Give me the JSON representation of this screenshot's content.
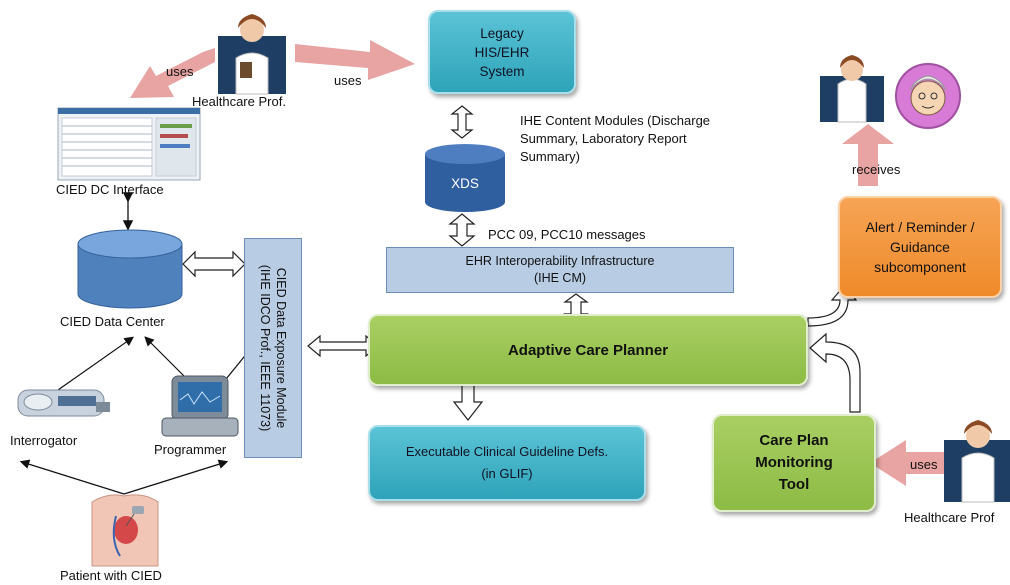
{
  "labels": {
    "healthcare_prof_top": "Healthcare Prof.",
    "uses_left": "uses",
    "uses_mid": "uses",
    "uses_right": "uses",
    "cied_dc_interface": "CIED DC Interface",
    "cied_data_center": "CIED Data Center",
    "interrogator": "Interrogator",
    "programmer": "Programmer",
    "patient": "Patient with CIED",
    "ihe_content_modules": [
      "IHE Content Modules (Discharge",
      "Summary, Laboratory  Report",
      "Summary)"
    ],
    "pcc_messages": "PCC 09, PCC10 messages",
    "receives": "receives",
    "healthcare_prof_bottom": "Healthcare Prof"
  },
  "boxes": {
    "legacy": [
      "Legacy",
      "HIS/EHR",
      "System"
    ],
    "xds": "XDS",
    "ehr_infra": [
      "EHR Interoperability  Infrastructure",
      "(IHE CM)"
    ],
    "adaptive_planner": "Adaptive Care Planner",
    "executable_guideline": [
      "Executable Clinical  Guideline Defs.",
      "(in GLIF)"
    ],
    "alert": [
      "Alert / Reminder /",
      "Guidance",
      "subcomponent"
    ],
    "care_plan_tool": [
      "Care Plan",
      "Monitoring",
      "Tool"
    ],
    "exposure_module": [
      "CIED Data Exposure Module",
      "(IHE IDCO Prof., IEEE  11073)"
    ]
  },
  "colors": {
    "teal": "#3db3c7",
    "green": "#9bc553",
    "orange": "#f39635",
    "light_blue": "#b8cce4",
    "pink_arrow": "#e8a3a3",
    "cylinder_blue": "#4f81bd"
  }
}
